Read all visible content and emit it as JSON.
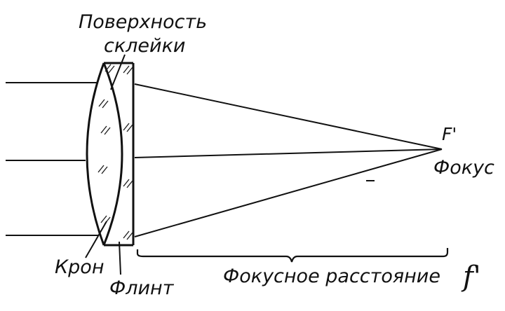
{
  "labels": {
    "cement_surface_line1": "Поверхность",
    "cement_surface_line2": "склейки",
    "focus_symbol": "F'",
    "focus_word": "Фокус",
    "crown": "Крон",
    "flint": "Флинт",
    "focal_length": "Фокусное расстояние",
    "focal_length_symbol": "f'"
  },
  "colors": {
    "ink": "#111111",
    "background": "#ffffff"
  }
}
